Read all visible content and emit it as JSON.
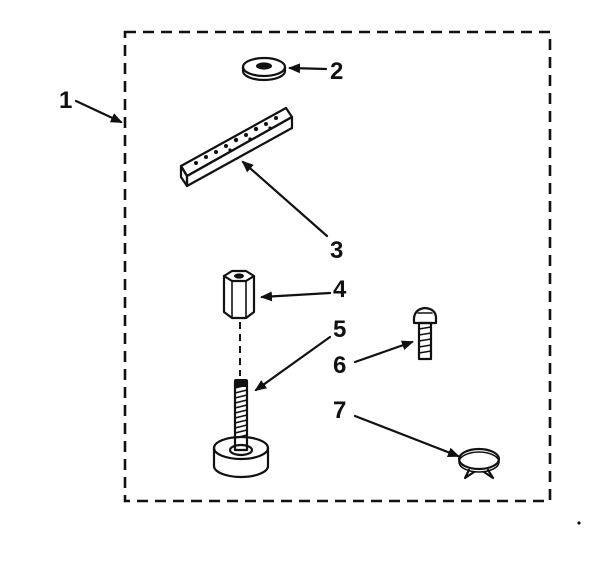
{
  "diagram": {
    "callouts": [
      {
        "id": "1",
        "label": "1"
      },
      {
        "id": "2",
        "label": "2"
      },
      {
        "id": "3",
        "label": "3"
      },
      {
        "id": "4",
        "label": "4"
      },
      {
        "id": "5",
        "label": "5"
      },
      {
        "id": "6",
        "label": "6"
      },
      {
        "id": "7",
        "label": "7"
      }
    ],
    "parts": [
      {
        "callout": "2",
        "icon": "washer-icon"
      },
      {
        "callout": "3",
        "icon": "perforated-strap-icon"
      },
      {
        "callout": "4",
        "icon": "hex-coupling-nut-icon"
      },
      {
        "callout": "5",
        "icon": "leveling-leg-icon"
      },
      {
        "callout": "6",
        "icon": "screw-icon"
      },
      {
        "callout": "7",
        "icon": "hose-clamp-icon"
      }
    ],
    "ink_color": "#111111",
    "background_color": "#ffffff"
  }
}
